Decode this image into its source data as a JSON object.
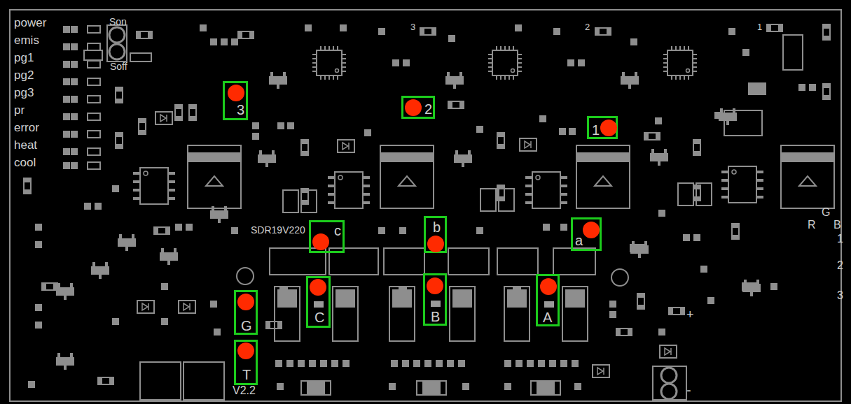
{
  "diagram": {
    "nodes": [
      {
        "text": [
          "3"
        ]
      },
      {
        "text": [
          "2"
        ]
      },
      {
        "text": [
          "1"
        ]
      },
      {
        "text": [
          "c"
        ]
      },
      {
        "text": [
          "b"
        ]
      },
      {
        "text": [
          "a"
        ]
      },
      {
        "text": [
          "G"
        ]
      },
      {
        "text": [
          "C"
        ]
      },
      {
        "text": [
          "B"
        ]
      },
      {
        "text": [
          "A"
        ]
      },
      {
        "text": [
          "T"
        ]
      }
    ],
    "labels": [
      "power",
      "emis",
      "pg1",
      "pg2",
      "pg3",
      "pr",
      "error",
      "heat",
      "cool",
      "Son",
      "Soff",
      "3",
      "2",
      "1",
      "SDR19V220",
      "V2.2",
      "R",
      "G",
      "B",
      "1",
      "2",
      "3",
      "+",
      "-"
    ]
  }
}
